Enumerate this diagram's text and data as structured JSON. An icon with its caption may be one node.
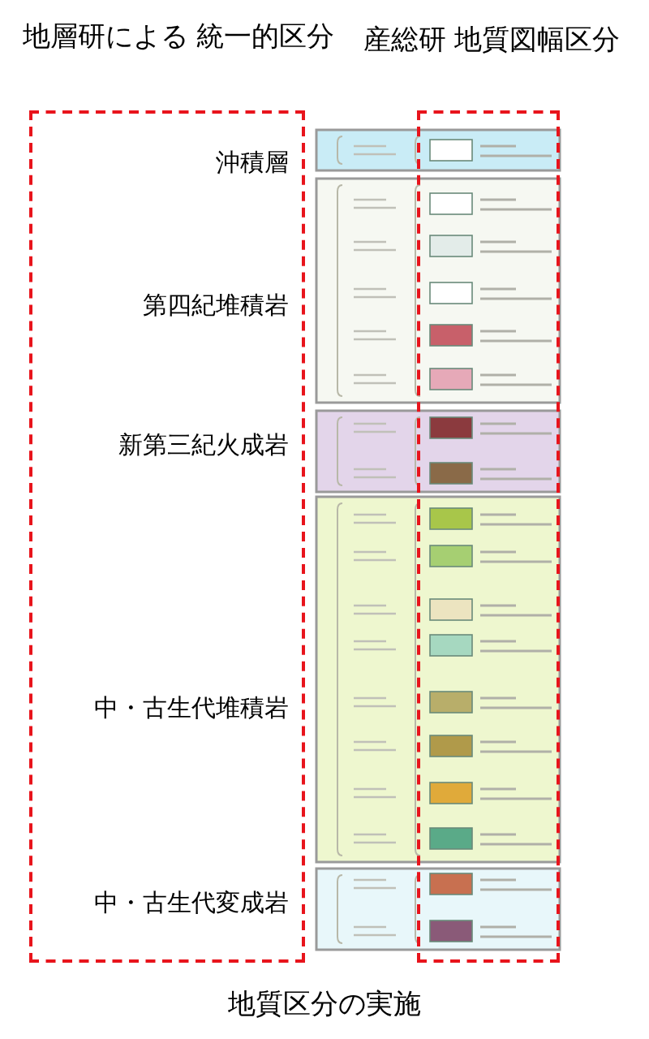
{
  "diagram": {
    "caption": "地質区分の実施",
    "nodes": [
      {
        "text": [
          "地層研による 統一的区分",
          "沖積層",
          "第四紀堆積岩",
          "新第三紀火成岩",
          "中・古生代堆積岩",
          "中・古生代変成岩"
        ]
      },
      {
        "text": [
          "産総研 地質図幅区分"
        ]
      }
    ]
  }
}
